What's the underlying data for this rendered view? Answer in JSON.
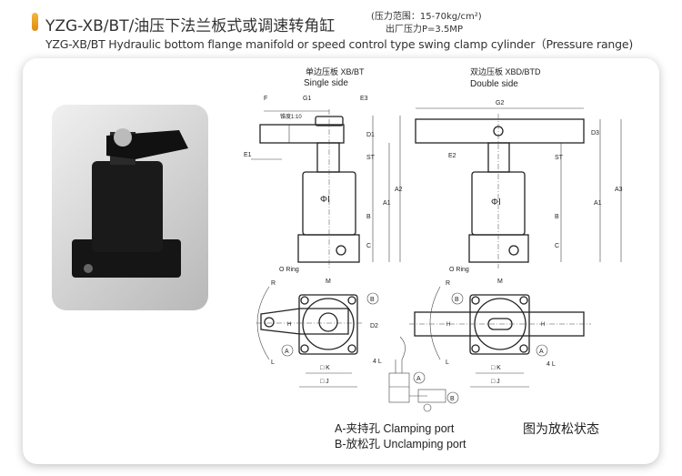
{
  "header": {
    "title_cn": "YZG-XB/BT/油压下法兰板式或调速转角缸",
    "pressure_range": "(压力范围：15-70kg/cm²)",
    "factory_pressure": "出厂压力P=3.5MP",
    "title_en": "YZG-XB/BT Hydraulic bottom flange manifold  or speed control type swing clamp cylinder（Pressure range)"
  },
  "single": {
    "title_cn": "单边压板 XB/BT",
    "title_en": "Single side",
    "taper": "锥度1:10"
  },
  "double": {
    "title_cn": "双边压板 XBD/BTD",
    "title_en": "Double side"
  },
  "dims": {
    "F": "F",
    "G1": "G1",
    "E3": "E3",
    "E1": "E1",
    "D1": "D1",
    "ST": "ST",
    "A1": "A1",
    "A2": "A2",
    "A3": "A3",
    "B": "B",
    "C": "C",
    "PHI": "ΦI",
    "G2": "G2",
    "D3": "D3",
    "E2": "E2",
    "ORING": "O Ring",
    "M": "M",
    "H": "H",
    "D2": "D2",
    "R": "R",
    "L": "L",
    "K": "□ K",
    "J": "□ J",
    "L4": "4 L",
    "A": "A",
    "Bp": "B"
  },
  "legend": {
    "a": "A-夹持孔 Clamping port",
    "b": "B-放松孔 Unclamping port",
    "state": "图为放松状态"
  }
}
